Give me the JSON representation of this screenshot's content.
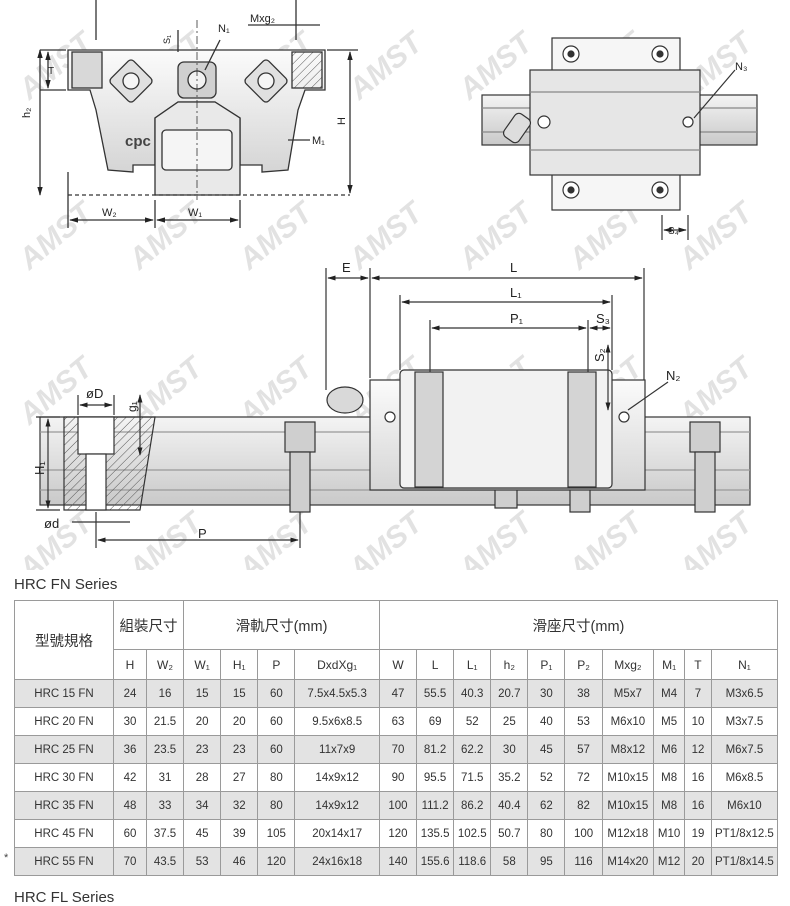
{
  "watermark": {
    "text": "AMST",
    "color": "#d9d9d9"
  },
  "top_view": {
    "dims": {
      "T": "T",
      "h2": "h₂",
      "H": "H",
      "W2": "W₂",
      "W1": "W₁",
      "N1": "N₁",
      "S1": "S₁",
      "Mxg2": "Mxg₂",
      "M1": "M₁"
    },
    "logo": "cpc"
  },
  "plan_view": {
    "dims": {
      "N3": "N₃",
      "S4": "S₄"
    }
  },
  "side_view": {
    "dims": {
      "E": "E",
      "L": "L",
      "L1": "L₁",
      "P1": "P₁",
      "S3": "S₃",
      "S2": "S₂",
      "N2": "N₂",
      "phiD": "øD",
      "g1": "g₁",
      "H1": "H₁",
      "phid": "ød",
      "P": "P"
    }
  },
  "series_title": "HRC FN Series",
  "next_series_title": "HRC FL Series",
  "table": {
    "group_headers": {
      "model": "型號規格",
      "assembly": "組裝尺寸",
      "rail": "滑軌尺寸(mm)",
      "block": "滑座尺寸(mm)"
    },
    "columns": [
      "H",
      "W₂",
      "W₁",
      "H₁",
      "P",
      "DxdXg₁",
      "W",
      "L",
      "L₁",
      "h₂",
      "P₁",
      "P₂",
      "Mxg₂",
      "M₁",
      "T",
      "N₁"
    ],
    "rows": [
      {
        "model": "HRC 15 FN",
        "cells": [
          "24",
          "16",
          "15",
          "15",
          "60",
          "7.5x4.5x5.3",
          "47",
          "55.5",
          "40.3",
          "20.7",
          "30",
          "38",
          "M5x7",
          "M4",
          "7",
          "M3x6.5"
        ]
      },
      {
        "model": "HRC 20 FN",
        "cells": [
          "30",
          "21.5",
          "20",
          "20",
          "60",
          "9.5x6x8.5",
          "63",
          "69",
          "52",
          "25",
          "40",
          "53",
          "M6x10",
          "M5",
          "10",
          "M3x7.5"
        ]
      },
      {
        "model": "HRC 25 FN",
        "cells": [
          "36",
          "23.5",
          "23",
          "23",
          "60",
          "11x7x9",
          "70",
          "81.2",
          "62.2",
          "30",
          "45",
          "57",
          "M8x12",
          "M6",
          "12",
          "M6x7.5"
        ]
      },
      {
        "model": "HRC 30 FN",
        "cells": [
          "42",
          "31",
          "28",
          "27",
          "80",
          "14x9x12",
          "90",
          "95.5",
          "71.5",
          "35.2",
          "52",
          "72",
          "M10x15",
          "M8",
          "16",
          "M6x8.5"
        ]
      },
      {
        "model": "HRC 35 FN",
        "cells": [
          "48",
          "33",
          "34",
          "32",
          "80",
          "14x9x12",
          "100",
          "111.2",
          "86.2",
          "40.4",
          "62",
          "82",
          "M10x15",
          "M8",
          "16",
          "M6x10"
        ]
      },
      {
        "model": "HRC 45 FN",
        "cells": [
          "60",
          "37.5",
          "45",
          "39",
          "105",
          "20x14x17",
          "120",
          "135.5",
          "102.5",
          "50.7",
          "80",
          "100",
          "M12x18",
          "M10",
          "19",
          "PT1/8x12.5"
        ]
      },
      {
        "model": "HRC 55 FN",
        "cells": [
          "70",
          "43.5",
          "53",
          "46",
          "120",
          "24x16x18",
          "140",
          "155.6",
          "118.6",
          "58",
          "95",
          "116",
          "M14x20",
          "M12",
          "20",
          "PT1/8x14.5"
        ]
      }
    ],
    "star_mark": "*"
  }
}
